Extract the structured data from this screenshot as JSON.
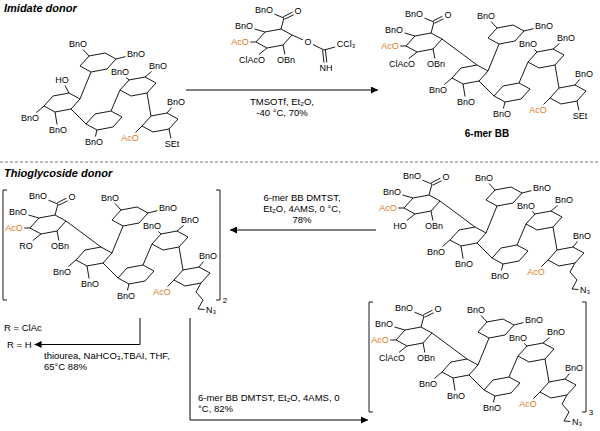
{
  "diagram": {
    "nodes": [
      {
        "text": [
          "HO",
          "BnO",
          "BnO",
          "BnO",
          "BnO",
          "BnO",
          "BnO",
          "BnO",
          "AcO",
          "BnO",
          "SEt"
        ]
      },
      {
        "text": [
          "BnO",
          "O",
          "BnO",
          "AcO",
          "ClAcO",
          "OBn",
          "O",
          "CCl₃",
          "NH"
        ]
      },
      {
        "text": [
          "BnO",
          "O",
          "BnO",
          "AcO",
          "ClAcO",
          "OBn",
          "BnO",
          "BnO",
          "BnO",
          "BnO",
          "BnO",
          "BnO",
          "BnO",
          "AcO",
          "BnO",
          "SEt",
          "6-mer BB"
        ]
      },
      {
        "text": [
          "BnO",
          "O",
          "BnO",
          "AcO",
          "HO",
          "OBn",
          "BnO",
          "BnO",
          "BnO",
          "BnO",
          "BnO",
          "BnO",
          "BnO",
          "AcO",
          "BnO",
          "N₃"
        ]
      },
      {
        "text": [
          "BnO",
          "O",
          "BnO",
          "AcO",
          "RO",
          "OBn",
          "BnO",
          "BnO",
          "BnO",
          "BnO",
          "BnO",
          "BnO",
          "BnO",
          "AcO",
          "BnO",
          "N₃",
          "2"
        ]
      },
      {
        "text": [
          "R = H"
        ]
      },
      {
        "text": [
          "BnO",
          "O",
          "BnO",
          "AcO",
          "ClAcO",
          "OBn",
          "BnO",
          "BnO",
          "BnO",
          "BnO",
          "BnO",
          "BnO",
          "BnO",
          "AcO",
          "BnO",
          "N₃",
          "3"
        ]
      }
    ],
    "edges": [
      {
        "from": 0,
        "to": 2,
        "label": "TMSOTf, Et₂O, -40 °C, 70%",
        "arrow": "to"
      },
      {
        "from": 3,
        "to": 4,
        "label": "6-mer BB DMTST, Et₂O, 4AMS, 0 °C, 78%",
        "arrow": "to"
      },
      {
        "from": 4,
        "to": 5,
        "label": "thiourea, NaHCO₃,TBAI, THF, 65°C 88%",
        "arrow": "to"
      },
      {
        "from": 4,
        "to": 6,
        "label": "6-mer BB DMTST, Et₂O, 4AMS, 0 °C, 82%",
        "arrow": "to"
      }
    ],
    "labels": [
      "Imidate donor",
      "Thioglycoside donor",
      "R = ClAc"
    ]
  }
}
